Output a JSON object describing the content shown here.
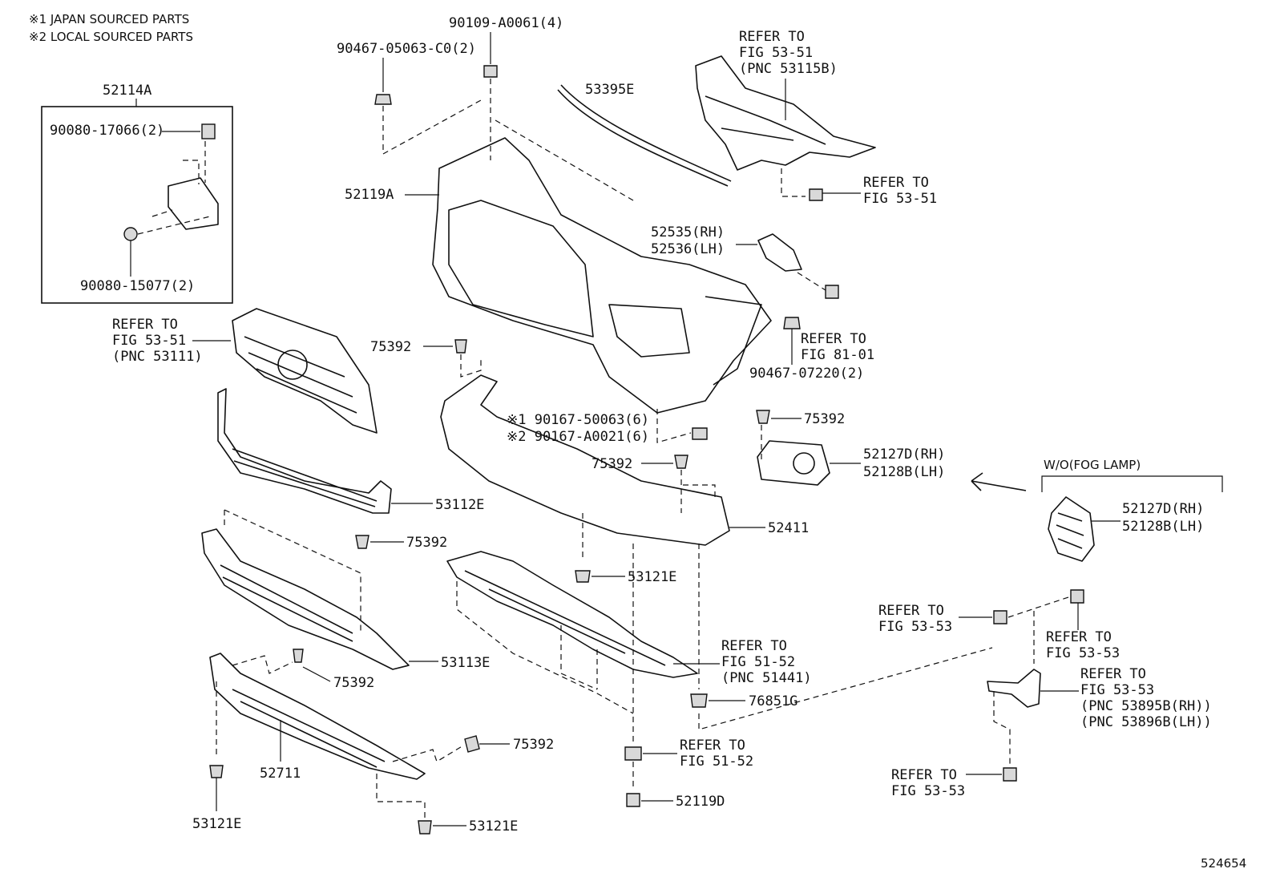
{
  "notes": {
    "note1": "※1 JAPAN SOURCED PARTS",
    "note2": "※2 LOCAL SOURCED PARTS"
  },
  "labels": {
    "p_52114A": "52114A",
    "p_90080_17066": "90080-17066(2)",
    "p_90080_15077": "90080-15077(2)",
    "p_90467_05063": "90467-05063-C0(2)",
    "p_90109_A0061": "90109-A0061(4)",
    "p_53395E": "53395E",
    "p_52119A": "52119A",
    "p_ref_53_51_top_1": "REFER TO",
    "p_ref_53_51_top_2": "FIG 53-51",
    "p_ref_53_51_top_3": "(PNC 53115B)",
    "p_ref_53_51_b_1": "REFER TO",
    "p_ref_53_51_b_2": "FIG 53-51",
    "p_52535": "52535(RH)",
    "p_52536": "52536(LH)",
    "p_ref_81_01_1": "REFER TO",
    "p_ref_81_01_2": "FIG 81-01",
    "p_90467_07220": "90467-07220(2)",
    "p_ref_53111_1": "REFER TO",
    "p_ref_53111_2": "FIG 53-51",
    "p_ref_53111_3": "(PNC 53111)",
    "p_75392_a": "75392",
    "p_90167_50063": "※1 90167-50063(6)",
    "p_90167_A0021": "※2 90167-A0021(6)",
    "p_75392_b": "75392",
    "p_52127D_a": "52127D(RH)",
    "p_52128B_a": "52128B(LH)",
    "p_75392_c": "75392",
    "p_wo_fog": "W/O(FOG LAMP)",
    "p_52127D_b": "52127D(RH)",
    "p_52128B_b": "52128B(LH)",
    "p_53112E": "53112E",
    "p_52411": "52411",
    "p_75392_d": "75392",
    "p_53121E_a": "53121E",
    "p_ref_53_53_a_1": "REFER TO",
    "p_ref_53_53_a_2": "FIG 53-53",
    "p_ref_53_53_b_1": "REFER TO",
    "p_ref_53_53_b_2": "FIG 53-53",
    "p_53113E": "53113E",
    "p_ref_51_52_a_1": "REFER TO",
    "p_ref_51_52_a_2": "FIG 51-52",
    "p_ref_51_52_a_3": "(PNC 51441)",
    "p_ref_53_53_c_1": "REFER TO",
    "p_ref_53_53_c_2": "FIG 53-53",
    "p_ref_53_53_c_3": "(PNC 53895B(RH))",
    "p_ref_53_53_c_4": "(PNC 53896B(LH))",
    "p_75392_e": "75392",
    "p_76851G": "76851G",
    "p_75392_f": "75392",
    "p_52711": "52711",
    "p_ref_51_52_b_1": "REFER TO",
    "p_ref_51_52_b_2": "FIG 51-52",
    "p_ref_53_53_d_1": "REFER TO",
    "p_ref_53_53_d_2": "FIG 53-53",
    "p_53121E_b": "53121E",
    "p_52119D": "52119D",
    "p_53121E_c": "53121E",
    "p_figure_no": "524654"
  }
}
